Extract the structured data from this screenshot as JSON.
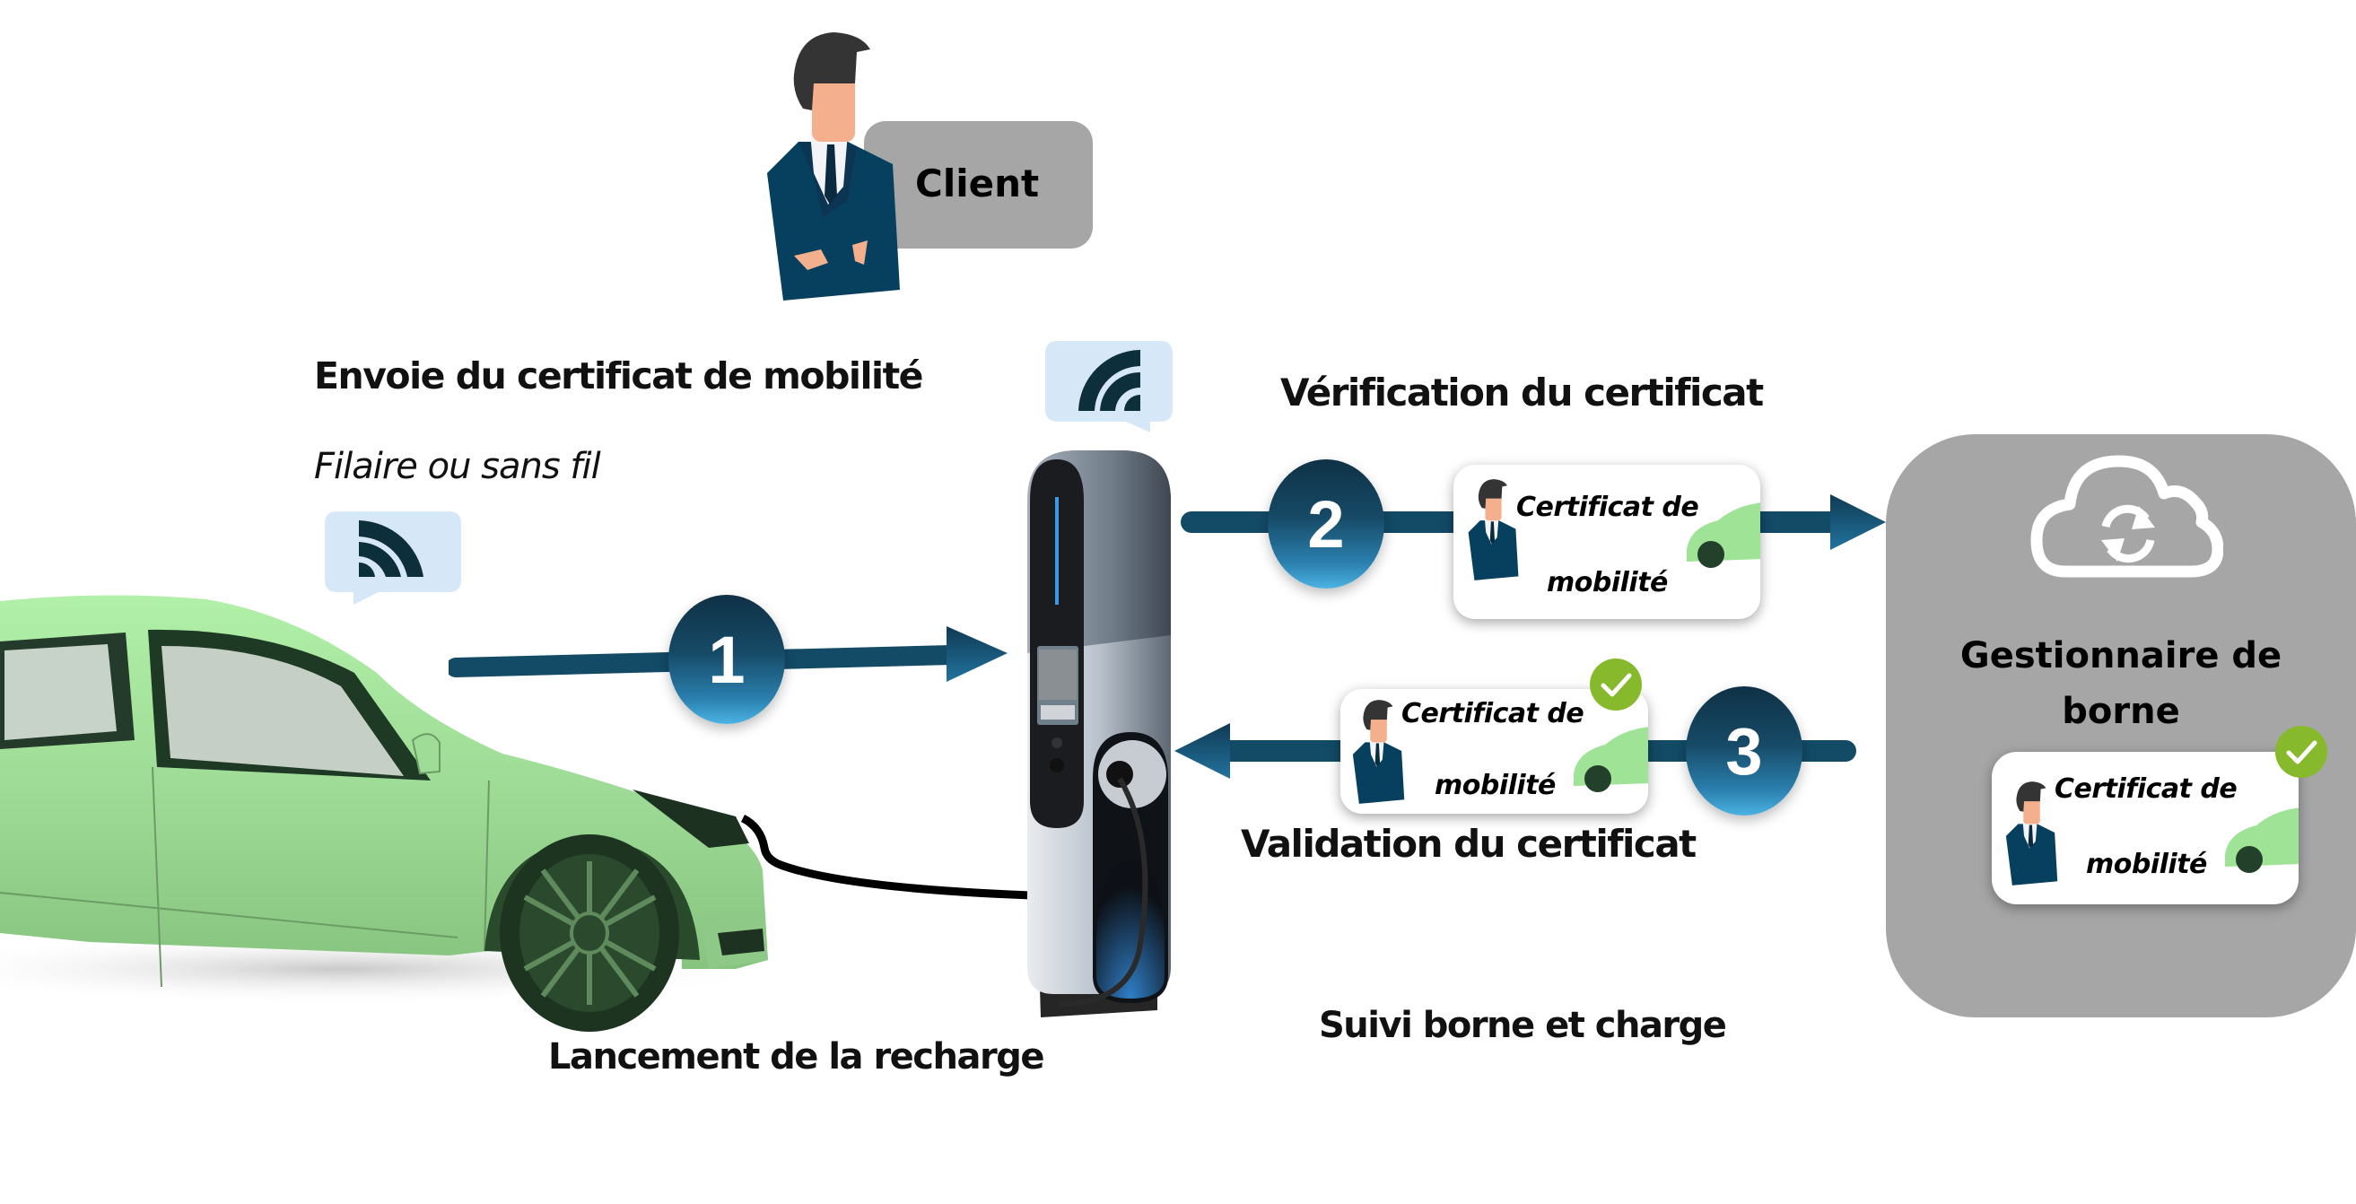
{
  "client": {
    "label": "Client",
    "icon": "businessman-icon"
  },
  "captions": {
    "send_certificate": "Envoie du certificat de mobilité",
    "connection_mode": "Filaire ou sans fil",
    "verification": "Vérification du certificat",
    "validation": "Validation du certificat",
    "charging_start": "Lancement de la recharge",
    "monitoring": "Suivi borne et charge"
  },
  "steps": [
    {
      "number": "1",
      "direction": "car-to-charger"
    },
    {
      "number": "2",
      "direction": "charger-to-manager"
    },
    {
      "number": "3",
      "direction": "manager-to-charger"
    }
  ],
  "certificate": {
    "line1": "Certificat de",
    "line2": "mobilité"
  },
  "manager": {
    "title_line1": "Gestionnaire de",
    "title_line2": "borne",
    "icon": "cloud-sync-icon"
  },
  "colors": {
    "arrow": "#134a66",
    "badge_top": "#0f3146",
    "badge_bottom": "#4bb3e3",
    "gray_box": "#a6a6a6",
    "bubble": "#d6e7f8",
    "wifi": "#0d2f3c",
    "car": "#a6e3a0",
    "check": "#86b92b"
  }
}
